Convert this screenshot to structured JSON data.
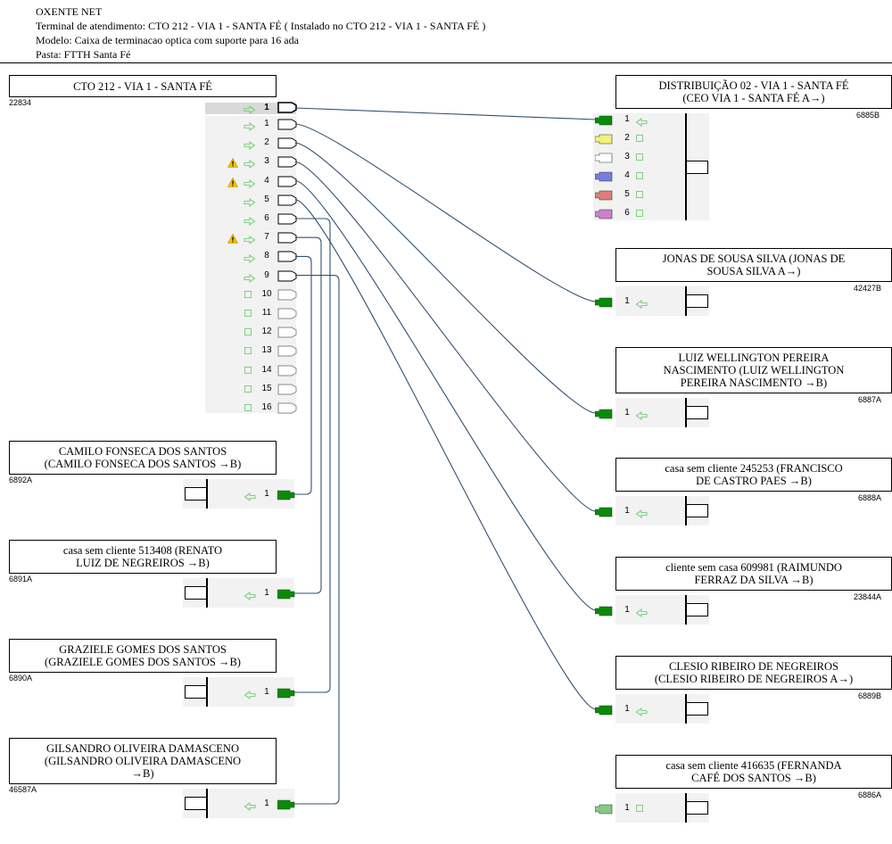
{
  "header": {
    "company": "OXENTE NET",
    "terminal": "Terminal de atendimento: CTO 212 - VIA 1 - SANTA FÉ ( Instalado no CTO 212 - VIA 1 - SANTA FÉ )",
    "model": "Modelo: Caixa de terminacao optica com suporte para 16 ada",
    "folder": "Pasta: FTTH Santa Fé"
  },
  "cto": {
    "title": "CTO 212 - VIA 1 - SANTA FÉ",
    "code": "22834",
    "input_port": "1",
    "ports": [
      {
        "n": "1",
        "active": true,
        "warning": false
      },
      {
        "n": "2",
        "active": true,
        "warning": false
      },
      {
        "n": "3",
        "active": true,
        "warning": true
      },
      {
        "n": "4",
        "active": true,
        "warning": true
      },
      {
        "n": "5",
        "active": true,
        "warning": false
      },
      {
        "n": "6",
        "active": true,
        "warning": false
      },
      {
        "n": "7",
        "active": true,
        "warning": true
      },
      {
        "n": "8",
        "active": true,
        "warning": false
      },
      {
        "n": "9",
        "active": true,
        "warning": false
      },
      {
        "n": "10",
        "active": false,
        "warning": false
      },
      {
        "n": "11",
        "active": false,
        "warning": false
      },
      {
        "n": "12",
        "active": false,
        "warning": false
      },
      {
        "n": "13",
        "active": false,
        "warning": false
      },
      {
        "n": "14",
        "active": false,
        "warning": false
      },
      {
        "n": "15",
        "active": false,
        "warning": false
      },
      {
        "n": "16",
        "active": false,
        "warning": false
      }
    ]
  },
  "distribution": {
    "title": "DISTRIBUIÇÃO 02 - VIA 1 - SANTA FÉ\n(CEO VIA 1 - SANTA FÉ A→)",
    "code": "6885B",
    "fibers": [
      {
        "n": "1",
        "color": "#0a8a0a",
        "active": true
      },
      {
        "n": "2",
        "color": "#f5f07a",
        "active": false
      },
      {
        "n": "3",
        "color": "#ffffff",
        "active": false
      },
      {
        "n": "4",
        "color": "#7b7be0",
        "active": false
      },
      {
        "n": "5",
        "color": "#e07b7b",
        "active": false
      },
      {
        "n": "6",
        "color": "#d07ed0",
        "active": false
      }
    ]
  },
  "left_clients": [
    {
      "title": "CAMILO FONSECA DOS SANTOS\n(CAMILO FONSECA DOS SANTOS →B)",
      "code": "6892A",
      "port": "1"
    },
    {
      "title": "casa sem cliente 513408 (RENATO\nLUIZ DE NEGREIROS →B)",
      "code": "6891A",
      "port": "1"
    },
    {
      "title": "GRAZIELE GOMES DOS SANTOS\n(GRAZIELE GOMES DOS SANTOS →B)",
      "code": "6890A",
      "port": "1"
    },
    {
      "title": "GILSANDRO OLIVEIRA DAMASCENO\n(GILSANDRO OLIVEIRA DAMASCENO\n→B)",
      "code": "46587A",
      "port": "1"
    }
  ],
  "right_clients": [
    {
      "title": "JONAS DE SOUSA SILVA (JONAS DE\nSOUSA SILVA A→)",
      "code": "42427B",
      "port": "1",
      "active": true
    },
    {
      "title": "LUIZ WELLINGTON PEREIRA\nNASCIMENTO (LUIZ WELLINGTON\nPEREIRA NASCIMENTO →B)",
      "code": "6887A",
      "port": "1",
      "active": true
    },
    {
      "title": "casa sem cliente 245253 (FRANCISCO\nDE CASTRO PAES →B)",
      "code": "6888A",
      "port": "1",
      "active": true
    },
    {
      "title": "cliente sem casa 609981 (RAIMUNDO\nFERRAZ DA SILVA →B)",
      "code": "23844A",
      "port": "1",
      "active": true
    },
    {
      "title": "CLESIO RIBEIRO DE NEGREIROS\n(CLESIO RIBEIRO DE NEGREIROS A→)",
      "code": "6889B",
      "port": "1",
      "active": true
    },
    {
      "title": "casa sem cliente 416635 (FERNANDA\nCAFÉ DOS SANTOS →B)",
      "code": "6886A",
      "port": "1",
      "active": false
    }
  ],
  "colors": {
    "wire": "#33506e",
    "connector_green": "#0a8a0a",
    "connector_light": "#86c986",
    "icon_green": "#7ed27e",
    "warning": "#f2c200"
  }
}
